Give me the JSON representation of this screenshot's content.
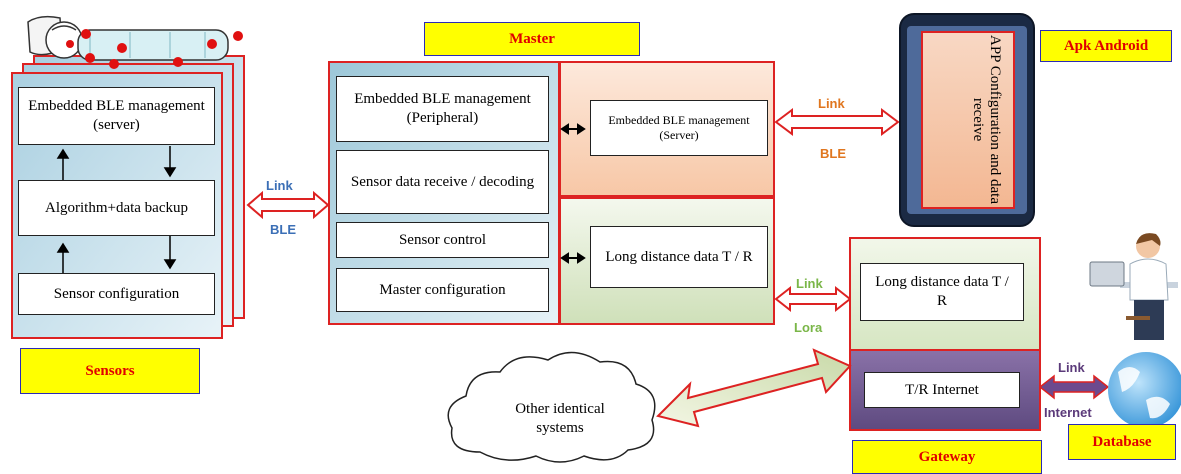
{
  "sensors": {
    "tag": "Sensors",
    "ble_management": "Embedded BLE management (server)",
    "algorithm": "Algorithm+data backup",
    "sensor_configuration": "Sensor configuration"
  },
  "master": {
    "tag": "Master",
    "ble_peripheral": "Embedded BLE management (Peripheral)",
    "sensor_data": "Sensor data receive / decoding",
    "sensor_control": "Sensor control",
    "master_configuration": "Master configuration",
    "ble_server": "Embedded BLE management (Server)",
    "long_distance": "Long distance data T / R"
  },
  "apk": {
    "tag": "Apk Android",
    "app_text": "APP Configuration and data receive"
  },
  "gateway": {
    "tag": "Gateway",
    "long_distance": "Long distance data T / R",
    "internet": "T/R Internet"
  },
  "database": {
    "tag": "Database"
  },
  "cloud": {
    "text": "Other identical systems"
  },
  "links": {
    "sensor_master_top": "Link",
    "sensor_master_bottom": "BLE",
    "master_apk_top": "Link",
    "master_apk_bottom": "BLE",
    "master_gateway_top": "Link",
    "master_gateway_bottom": "Lora",
    "gateway_db_top": "Link",
    "gateway_db_bottom": "Internet"
  },
  "colors": {
    "blue_link": "#3b6fb6",
    "orange_link": "#e0761f",
    "green_link": "#7ab648",
    "purple_link": "#5b3a7a",
    "tag_fill": "#ffff00",
    "tag_text": "#e00000"
  }
}
